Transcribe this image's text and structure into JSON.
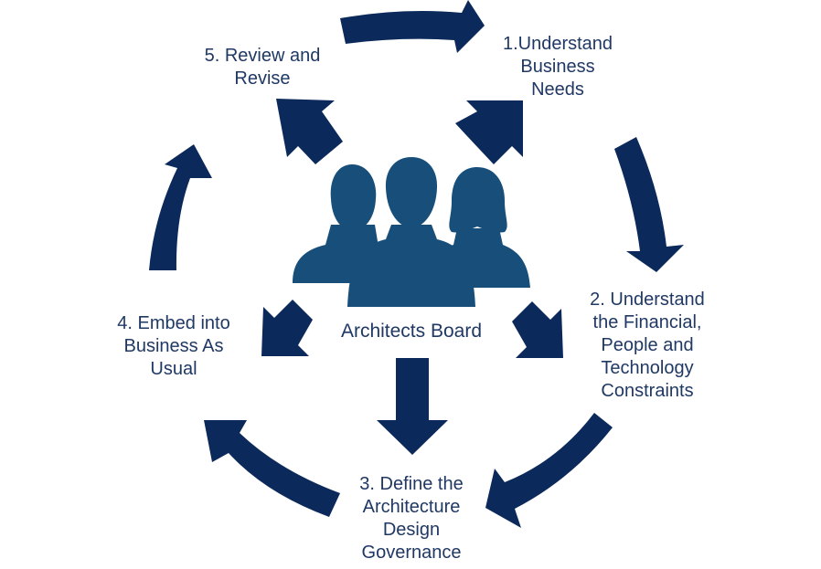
{
  "colors": {
    "arrow": "#0b2a5b",
    "people": "#174f7a",
    "text": "#1f3864"
  },
  "center": {
    "label": "Architects Board",
    "icon": "people-group-icon"
  },
  "steps": [
    {
      "lines": [
        "1.Understand",
        "Business",
        "Needs"
      ]
    },
    {
      "lines": [
        "2. Understand",
        "the Financial,",
        "People and",
        "Technology",
        "Constraints"
      ]
    },
    {
      "lines": [
        "3. Define the",
        "Architecture",
        "Design",
        "Governance"
      ]
    },
    {
      "lines": [
        "4. Embed into",
        "Business As",
        "Usual"
      ]
    },
    {
      "lines": [
        "5. Review and",
        "Revise"
      ]
    }
  ]
}
